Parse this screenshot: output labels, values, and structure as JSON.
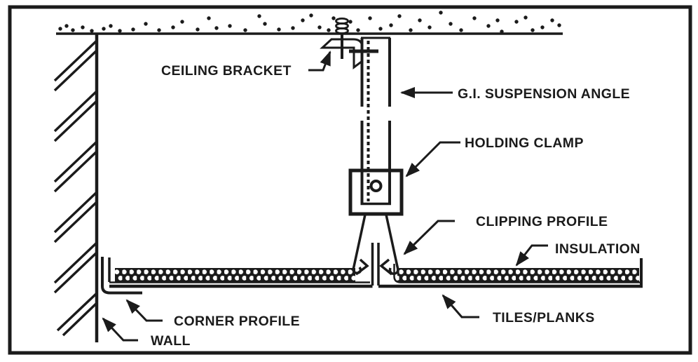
{
  "diagram": {
    "labels": {
      "ceiling_bracket": "CEILING BRACKET",
      "gi_suspension_angle": "G.I. SUSPENSION ANGLE",
      "holding_clamp": "HOLDING CLAMP",
      "clipping_profile": "CLIPPING PROFILE",
      "insulation": "INSULATION",
      "tiles_planks": "TILES/PLANKS",
      "corner_profile": "CORNER PROFILE",
      "wall": "WALL"
    },
    "colors": {
      "ink": "#1b1b1b",
      "background": "#ffffff"
    }
  }
}
